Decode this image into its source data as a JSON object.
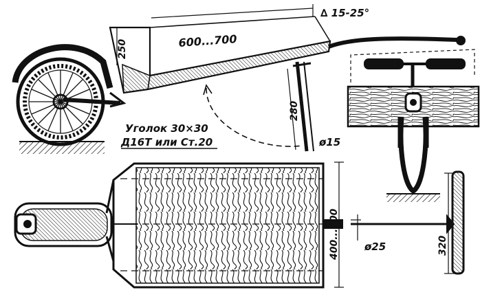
{
  "drawing": {
    "labels": {
      "box_length": "600...700",
      "tilt_angle": "∆ 15-25°",
      "box_height": "250",
      "stand_height": "280",
      "stand_diameter": "ø15",
      "material_line1": "Уголок 30×30",
      "material_line2": "Д16Т или Ст.20",
      "box_width": "400...500",
      "axle_diameter": "ø25",
      "wheel_diameter": "320"
    }
  },
  "colors": {
    "ink": "#111111",
    "paper": "#ffffff"
  }
}
